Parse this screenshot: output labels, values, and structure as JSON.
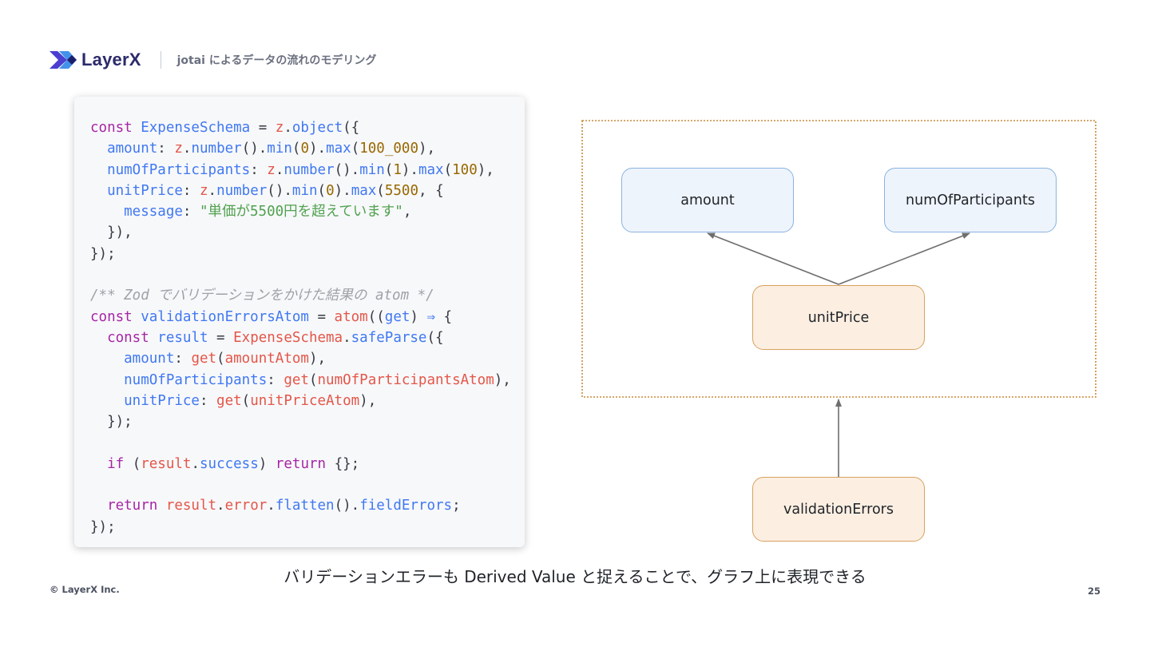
{
  "header": {
    "logo_text": "LayerX",
    "title": "jotai によるデータの流れのモデリング"
  },
  "code": {
    "lines": [
      [
        {
          "t": "const ",
          "c": "kw"
        },
        {
          "t": "ExpenseSchema",
          "c": "fn"
        },
        {
          "t": " = ",
          "c": "pu"
        },
        {
          "t": "z",
          "c": "id"
        },
        {
          "t": ".",
          "c": "pu"
        },
        {
          "t": "object",
          "c": "fn"
        },
        {
          "t": "({",
          "c": "pu"
        }
      ],
      [
        {
          "t": "  amount",
          "c": "fn"
        },
        {
          "t": ": ",
          "c": "pu"
        },
        {
          "t": "z",
          "c": "id"
        },
        {
          "t": ".",
          "c": "pu"
        },
        {
          "t": "number",
          "c": "fn"
        },
        {
          "t": "().",
          "c": "pu"
        },
        {
          "t": "min",
          "c": "fn"
        },
        {
          "t": "(",
          "c": "pu"
        },
        {
          "t": "0",
          "c": "num"
        },
        {
          "t": ").",
          "c": "pu"
        },
        {
          "t": "max",
          "c": "fn"
        },
        {
          "t": "(",
          "c": "pu"
        },
        {
          "t": "100_000",
          "c": "num"
        },
        {
          "t": "),",
          "c": "pu"
        }
      ],
      [
        {
          "t": "  numOfParticipants",
          "c": "fn"
        },
        {
          "t": ": ",
          "c": "pu"
        },
        {
          "t": "z",
          "c": "id"
        },
        {
          "t": ".",
          "c": "pu"
        },
        {
          "t": "number",
          "c": "fn"
        },
        {
          "t": "().",
          "c": "pu"
        },
        {
          "t": "min",
          "c": "fn"
        },
        {
          "t": "(",
          "c": "pu"
        },
        {
          "t": "1",
          "c": "num"
        },
        {
          "t": ").",
          "c": "pu"
        },
        {
          "t": "max",
          "c": "fn"
        },
        {
          "t": "(",
          "c": "pu"
        },
        {
          "t": "100",
          "c": "num"
        },
        {
          "t": "),",
          "c": "pu"
        }
      ],
      [
        {
          "t": "  unitPrice",
          "c": "fn"
        },
        {
          "t": ": ",
          "c": "pu"
        },
        {
          "t": "z",
          "c": "id"
        },
        {
          "t": ".",
          "c": "pu"
        },
        {
          "t": "number",
          "c": "fn"
        },
        {
          "t": "().",
          "c": "pu"
        },
        {
          "t": "min",
          "c": "fn"
        },
        {
          "t": "(",
          "c": "pu"
        },
        {
          "t": "0",
          "c": "num"
        },
        {
          "t": ").",
          "c": "pu"
        },
        {
          "t": "max",
          "c": "fn"
        },
        {
          "t": "(",
          "c": "pu"
        },
        {
          "t": "5500",
          "c": "num"
        },
        {
          "t": ", {",
          "c": "pu"
        }
      ],
      [
        {
          "t": "    message",
          "c": "fn"
        },
        {
          "t": ": ",
          "c": "pu"
        },
        {
          "t": "\"単価が5500円を超えています\"",
          "c": "str"
        },
        {
          "t": ",",
          "c": "pu"
        }
      ],
      [
        {
          "t": "  }),",
          "c": "pu"
        }
      ],
      [
        {
          "t": "});",
          "c": "pu"
        }
      ],
      [],
      [
        {
          "t": "/** Zod でバリデーションをかけた結果の atom */",
          "c": "cm"
        }
      ],
      [
        {
          "t": "const ",
          "c": "kw"
        },
        {
          "t": "validationErrorsAtom",
          "c": "fn"
        },
        {
          "t": " = ",
          "c": "pu"
        },
        {
          "t": "atom",
          "c": "id"
        },
        {
          "t": "((",
          "c": "pu"
        },
        {
          "t": "get",
          "c": "fn"
        },
        {
          "t": ") ",
          "c": "pu"
        },
        {
          "t": "⇒",
          "c": "fn"
        },
        {
          "t": " {",
          "c": "pu"
        }
      ],
      [
        {
          "t": "  const ",
          "c": "kw"
        },
        {
          "t": "result",
          "c": "fn"
        },
        {
          "t": " = ",
          "c": "pu"
        },
        {
          "t": "ExpenseSchema",
          "c": "id"
        },
        {
          "t": ".",
          "c": "pu"
        },
        {
          "t": "safeParse",
          "c": "fn"
        },
        {
          "t": "({",
          "c": "pu"
        }
      ],
      [
        {
          "t": "    amount",
          "c": "fn"
        },
        {
          "t": ": ",
          "c": "pu"
        },
        {
          "t": "get",
          "c": "id"
        },
        {
          "t": "(",
          "c": "pu"
        },
        {
          "t": "amountAtom",
          "c": "id"
        },
        {
          "t": "),",
          "c": "pu"
        }
      ],
      [
        {
          "t": "    numOfParticipants",
          "c": "fn"
        },
        {
          "t": ": ",
          "c": "pu"
        },
        {
          "t": "get",
          "c": "id"
        },
        {
          "t": "(",
          "c": "pu"
        },
        {
          "t": "numOfParticipantsAtom",
          "c": "id"
        },
        {
          "t": "),",
          "c": "pu"
        }
      ],
      [
        {
          "t": "    unitPrice",
          "c": "fn"
        },
        {
          "t": ": ",
          "c": "pu"
        },
        {
          "t": "get",
          "c": "id"
        },
        {
          "t": "(",
          "c": "pu"
        },
        {
          "t": "unitPriceAtom",
          "c": "id"
        },
        {
          "t": "),",
          "c": "pu"
        }
      ],
      [
        {
          "t": "  });",
          "c": "pu"
        }
      ],
      [],
      [
        {
          "t": "  if ",
          "c": "kw"
        },
        {
          "t": "(",
          "c": "pu"
        },
        {
          "t": "result",
          "c": "id"
        },
        {
          "t": ".",
          "c": "pu"
        },
        {
          "t": "success",
          "c": "fn"
        },
        {
          "t": ") ",
          "c": "pu"
        },
        {
          "t": "return",
          "c": "kw"
        },
        {
          "t": " {};",
          "c": "pu"
        }
      ],
      [],
      [
        {
          "t": "  return ",
          "c": "kw"
        },
        {
          "t": "result",
          "c": "id"
        },
        {
          "t": ".",
          "c": "pu"
        },
        {
          "t": "error",
          "c": "id"
        },
        {
          "t": ".",
          "c": "pu"
        },
        {
          "t": "flatten",
          "c": "fn"
        },
        {
          "t": "().",
          "c": "pu"
        },
        {
          "t": "fieldErrors",
          "c": "fn"
        },
        {
          "t": ";",
          "c": "pu"
        }
      ],
      [
        {
          "t": "});",
          "c": "pu"
        }
      ]
    ]
  },
  "diagram": {
    "nodes": {
      "amount": "amount",
      "numOfParticipants": "numOfParticipants",
      "unitPrice": "unitPrice",
      "validationErrors": "validationErrors"
    }
  },
  "caption": "バリデーションエラーも Derived Value と捉えることで、グラフ上に表現できる",
  "footer": {
    "copyright": "© LayerX Inc.",
    "page_number": "25"
  },
  "colors": {
    "brand": "#2b2b6b",
    "node_blue_fill": "#eef4fc",
    "node_orange_fill": "#fcefe2",
    "group_border": "#c98a3a"
  }
}
